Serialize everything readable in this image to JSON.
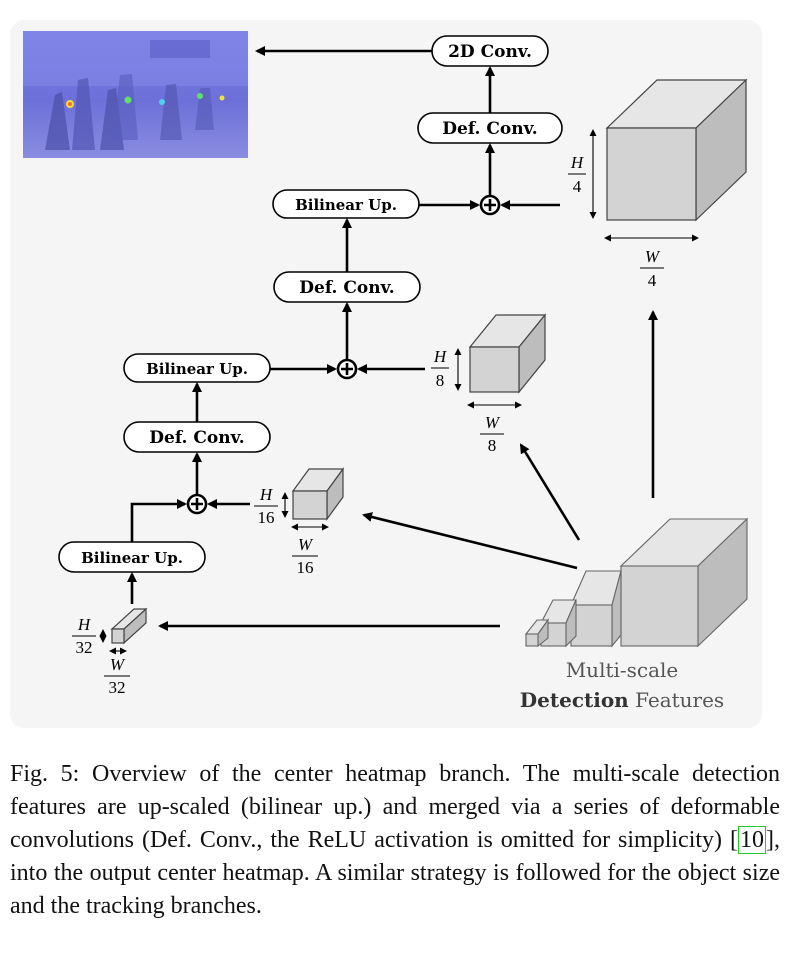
{
  "nodes": {
    "conv2d": "2D Conv.",
    "defconv_top": "Def. Conv.",
    "bilinear_1": "Bilinear Up.",
    "defconv_2": "Def. Conv.",
    "bilinear_2": "Bilinear Up.",
    "defconv_3": "Def. Conv.",
    "bilinear_3": "Bilinear Up."
  },
  "fractions": {
    "h4_num": "H",
    "h4_den": "4",
    "w4_num": "W",
    "w4_den": "4",
    "h8_num": "H",
    "h8_den": "8",
    "w8_num": "W",
    "w8_den": "8",
    "h16_num": "H",
    "h16_den": "16",
    "w16_num": "W",
    "w16_den": "16",
    "h32_num": "H",
    "h32_den": "32",
    "w32_num": "W",
    "w32_den": "32"
  },
  "features_label": {
    "line1": "Multi-scale",
    "line2_bold": "Detection",
    "line2_rest": " Features"
  },
  "caption": {
    "pre": "Fig. 5: Overview of the center heatmap branch. The multi-scale detection features are up-scaled (bilinear up.) and merged via a series of deformable convolutions (Def. Conv., the ReLU activation is omitted for simplicity) ",
    "ref_open": "[",
    "ref": "10",
    "ref_close": "]",
    "post": ", into the output center heatmap. A similar strategy is followed for the object size and the tracking branches."
  },
  "colors": {
    "panel": "#f5f5f5",
    "cube_front": "#d3d3d3",
    "cube_top": "#e6e6e6",
    "cube_side": "#bdbdbd",
    "heatmap_tint": "#6a6fe0"
  }
}
